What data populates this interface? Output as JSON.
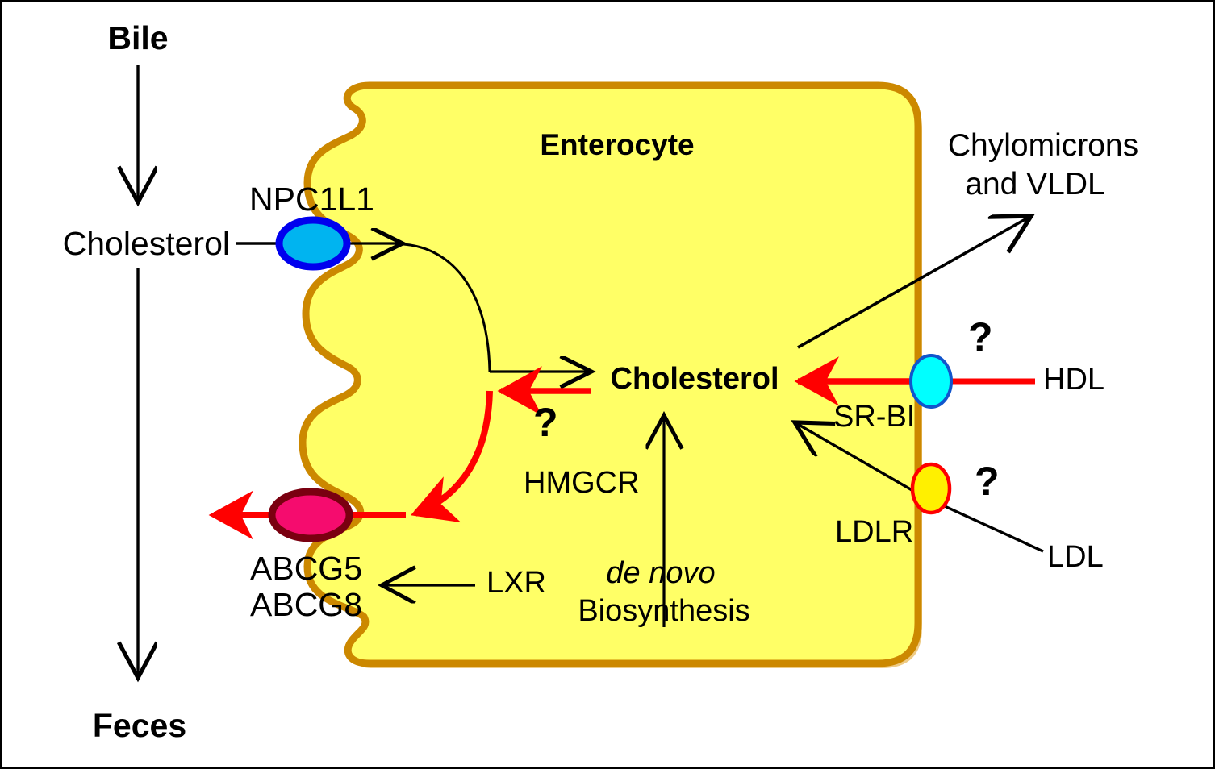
{
  "figure": {
    "title_semantic": "intestinal-enterocyte-cholesterol-flux-diagram",
    "frame_border_color": "#000000",
    "background_color": "#ffffff"
  },
  "cell": {
    "label": "Enterocyte",
    "fill_color": "#FFFF66",
    "membrane_color": "#CC8800",
    "membrane_shadow_color": "#E0A020"
  },
  "lumen": {
    "source_label": "Bile",
    "substrate_label": "Cholesterol",
    "sink_label": "Feces"
  },
  "transporters": [
    {
      "name": "NPC1L1",
      "label": "NPC1L1",
      "fill_color": "#00B4F0",
      "stroke_color": "#0000EE",
      "side": "apical",
      "direction": "uptake"
    },
    {
      "name": "ABCG5/ABCG8",
      "label_line1": "ABCG5",
      "label_line2": "ABCG8",
      "fill_color": "#F50C6E",
      "stroke_color": "#7A0010",
      "side": "apical",
      "direction": "efflux"
    },
    {
      "name": "SR-BI",
      "label": "SR-BI",
      "fill_color": "#00FFFF",
      "stroke_color": "#1155CC",
      "side": "basolateral",
      "direction": "uptake"
    },
    {
      "name": "LDLR",
      "label": "LDLR",
      "fill_color": "#FFF000",
      "stroke_color": "#FF0000",
      "side": "basolateral",
      "direction": "uptake"
    }
  ],
  "intracellular": {
    "pool_label": "Cholesterol",
    "enzyme_label": "HMGCR",
    "synthesis_line1": "de novo",
    "synthesis_line2": "Biosynthesis",
    "regulator_label": "LXR"
  },
  "lipoproteins": {
    "export_line1": "Chylomicrons",
    "export_line2": "and VLDL",
    "hdl_label": "HDL",
    "ldl_label": "LDL"
  },
  "uncertainty_marks": [
    {
      "id": "efflux-question",
      "glyph": "?"
    },
    {
      "id": "hdl-question",
      "glyph": "?"
    },
    {
      "id": "ldl-question",
      "glyph": "?"
    }
  ],
  "colors": {
    "black_arrow": "#000000",
    "red_arrow": "#FF0000",
    "cell_fill": "#FFFF66",
    "membrane": "#CC8800"
  },
  "chart_data": {
    "type": "diagram",
    "title": "Cholesterol fluxes in the intestinal enterocyte",
    "nodes": [
      {
        "id": "bile",
        "label": "Bile",
        "zone": "lumen"
      },
      {
        "id": "lumen-cholesterol",
        "label": "Cholesterol",
        "zone": "lumen"
      },
      {
        "id": "feces",
        "label": "Feces",
        "zone": "lumen"
      },
      {
        "id": "npc1l1",
        "label": "NPC1L1",
        "zone": "apical-membrane"
      },
      {
        "id": "abcg5-abcg8",
        "label": "ABCG5 ABCG8",
        "zone": "apical-membrane"
      },
      {
        "id": "cell-cholesterol",
        "label": "Cholesterol",
        "zone": "cytosol"
      },
      {
        "id": "hmgcr",
        "label": "HMGCR",
        "zone": "cytosol"
      },
      {
        "id": "denovo",
        "label": "de novo Biosynthesis",
        "zone": "cytosol"
      },
      {
        "id": "lxr",
        "label": "LXR",
        "zone": "cytosol"
      },
      {
        "id": "srbi",
        "label": "SR-BI",
        "zone": "basolateral-membrane"
      },
      {
        "id": "ldlr",
        "label": "LDLR",
        "zone": "basolateral-membrane"
      },
      {
        "id": "hdl",
        "label": "HDL",
        "zone": "blood"
      },
      {
        "id": "ldl",
        "label": "LDL",
        "zone": "blood"
      },
      {
        "id": "chylomicrons",
        "label": "Chylomicrons and VLDL",
        "zone": "blood"
      }
    ],
    "edges": [
      {
        "from": "bile",
        "to": "lumen-cholesterol",
        "color": "#000000",
        "style": "solid-arrow"
      },
      {
        "from": "lumen-cholesterol",
        "to": "feces",
        "color": "#000000",
        "style": "solid-arrow"
      },
      {
        "from": "lumen-cholesterol",
        "to": "npc1l1",
        "color": "#000000",
        "style": "line"
      },
      {
        "from": "npc1l1",
        "to": "cell-cholesterol",
        "color": "#000000",
        "style": "solid-arrow"
      },
      {
        "from": "cell-cholesterol",
        "to": "abcg5-abcg8",
        "color": "#FF0000",
        "style": "solid-arrow",
        "annotation": "?"
      },
      {
        "from": "abcg5-abcg8",
        "to": "lumen-cholesterol",
        "color": "#FF0000",
        "style": "solid-arrow"
      },
      {
        "from": "denovo",
        "to": "cell-cholesterol",
        "color": "#000000",
        "style": "solid-arrow",
        "enzyme": "HMGCR"
      },
      {
        "from": "lxr",
        "to": "abcg5-abcg8",
        "color": "#000000",
        "style": "solid-arrow"
      },
      {
        "from": "hdl",
        "to": "srbi",
        "color": "#FF0000",
        "style": "line",
        "annotation": "?"
      },
      {
        "from": "srbi",
        "to": "cell-cholesterol",
        "color": "#FF0000",
        "style": "solid-arrow"
      },
      {
        "from": "ldl",
        "to": "ldlr",
        "color": "#000000",
        "style": "line",
        "annotation": "?"
      },
      {
        "from": "ldlr",
        "to": "cell-cholesterol",
        "color": "#000000",
        "style": "solid-arrow"
      },
      {
        "from": "cell-cholesterol",
        "to": "chylomicrons",
        "color": "#000000",
        "style": "solid-arrow"
      }
    ]
  }
}
